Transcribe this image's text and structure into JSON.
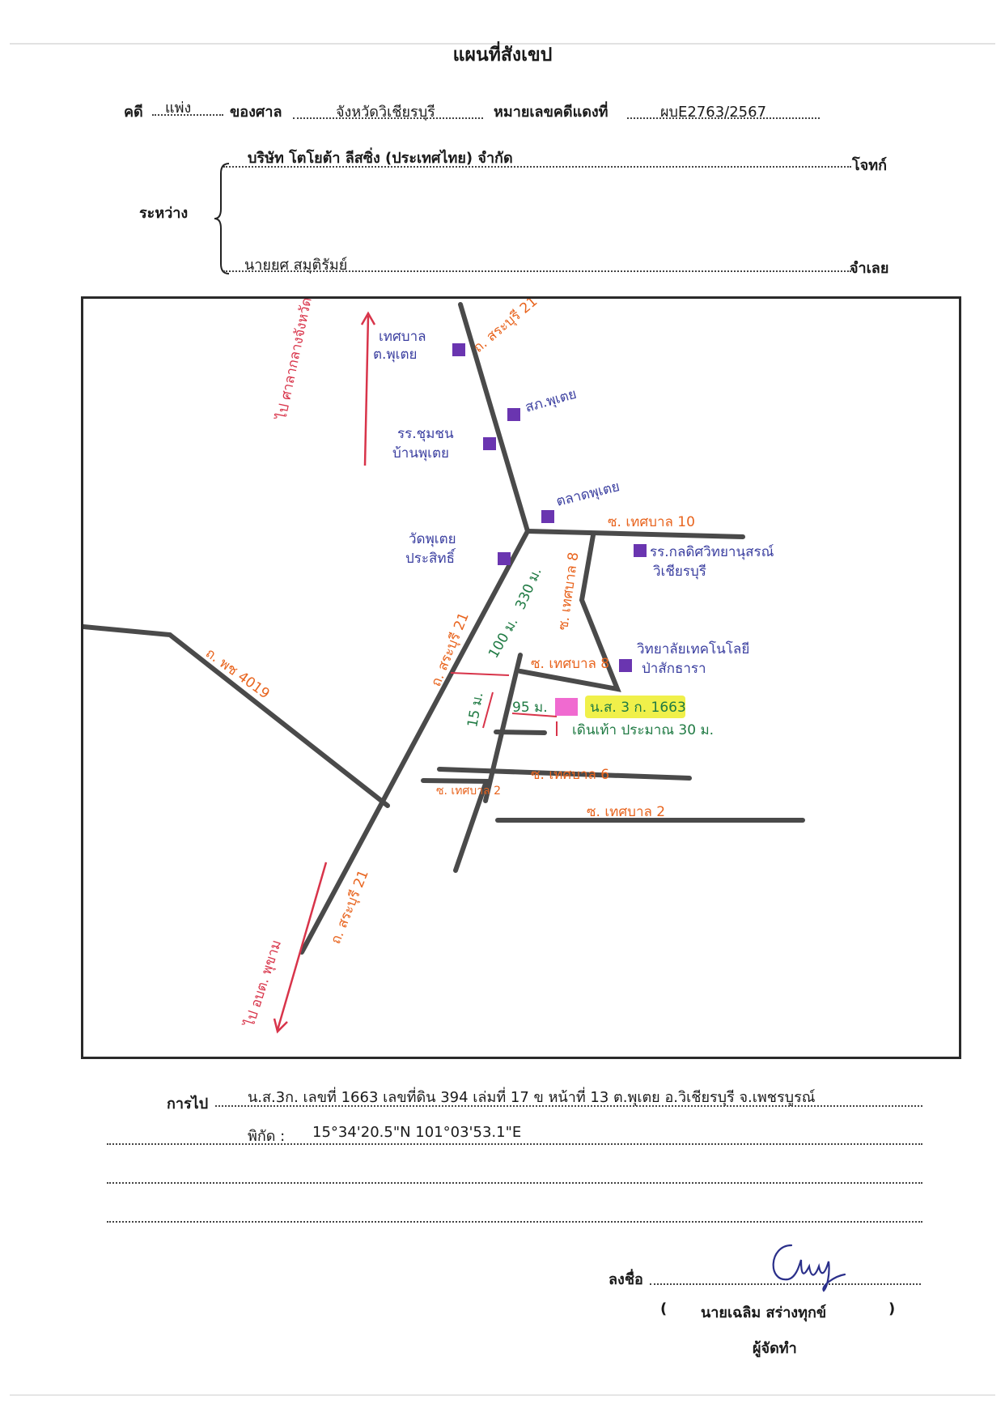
{
  "document": {
    "title": "แผนที่สังเขป",
    "case_label": "คดี",
    "case_type": "แพ่ง",
    "court_label": "ของศาล",
    "court_name": "จังหวัดวิเชียรบุรี",
    "case_no_label": "หมายเลขคดีแดงที่",
    "case_no": "ผบE2763/2567",
    "between_label": "ระหว่าง",
    "plaintiff_name": "บริษัท โตโยต้า ลีสซิ่ง (ประเทศไทย) จำกัด",
    "plaintiff_label": "โจทก์",
    "defendant_name": "นายยศ สมุติรัมย์",
    "defendant_label": "จำเลย"
  },
  "map": {
    "labels": {
      "to_saraburi": "ไป ศาลากลางจังหวัดสระบุรี",
      "rd21_top": "ถ. สระบุรี 21",
      "rd21_mid": "ถ. สระบุรี 21",
      "rd21_bottom": "ถ. สระบุรี 21",
      "rd4019": "ถ. พช 4019",
      "to_bottom": "ไป อบต. พุขาม",
      "soi10": "ซ. เทศบาล 10",
      "soi8_vertical": "ซ. เทศบาล 8",
      "soi8": "ซ. เทศบาล 8",
      "soi6": "ซ. เทศบาล 6",
      "soi2_left": "ซ. เทศบาล 2",
      "soi2_right": "ซ. เทศบาล 2",
      "dist_330": "330 ม.",
      "dist_100": "100 ม.",
      "dist_15": "15 ม.",
      "dist_95": "95 ม.",
      "walk": "เดินเท้า ประมาณ 30 ม.",
      "target": "น.ส. 3 ก. 1663"
    },
    "landmarks": {
      "municipality": [
        "เทศบาล",
        "ต.พุเตย"
      ],
      "police": "สภ.พุเตย",
      "school_community": [
        "รร.ชุมชน",
        "บ้านพุเตย"
      ],
      "market": "ตลาดพุเตย",
      "temple": [
        "วัดพุเตย",
        "ประสิทธิ์"
      ],
      "school_kalasin": [
        "รร.กลดิศวิทยานุสรณ์",
        "วิเชียรบุรี"
      ],
      "college": [
        "วิทยาลัยเทคโนโลยี",
        "ป่าสักธารา"
      ]
    },
    "colors": {
      "road": "#4a4a4a",
      "road_label": "#e8641e",
      "landmark_text": "#3b3fa0",
      "landmark_icon": "#6a35b0",
      "direction": "#d8344a",
      "distance": "#1f7a43",
      "target_fill": "#f06ad0",
      "highlight": "#f0f04a"
    }
  },
  "footer": {
    "route_label": "การไป",
    "route_text": "น.ส.3ก. เลขที่ 1663 เลขที่ดิน 394 เล่มที่ 17 ข หน้าที่ 13 ต.พุเตย อ.วิเชียรบุรี จ.เพชรบูรณ์",
    "coords_label": "พิกัด :",
    "coords": "15°34'20.5\"N 101°03'53.1\"E",
    "sign_label": "ลงชื่อ",
    "signer_paren_open": "(",
    "signer_name": "นายเฉลิม สร่างทุกข์",
    "signer_paren_close": ")",
    "signer_role": "ผู้จัดทำ"
  }
}
